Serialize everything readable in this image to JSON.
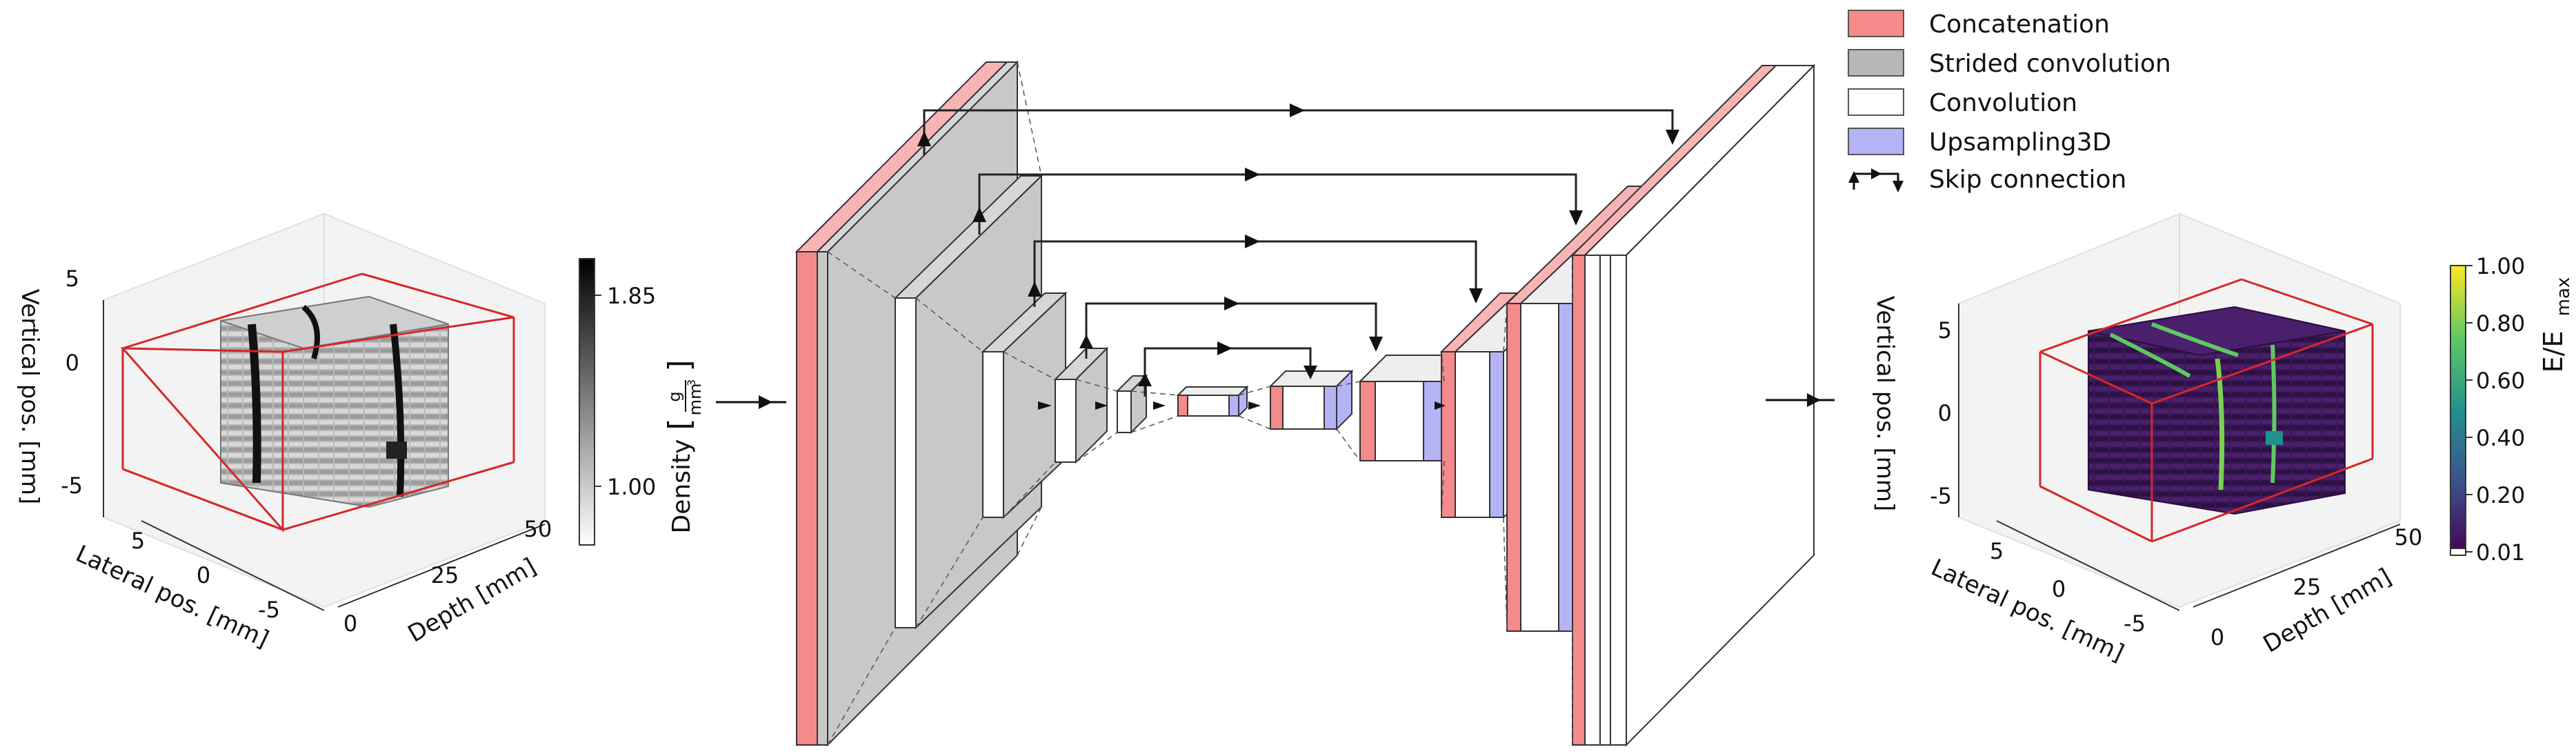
{
  "legend": {
    "items": [
      {
        "label": "Concatenation",
        "color": "#f48a8a"
      },
      {
        "label": "Strided convolution",
        "color": "#b7b7b7"
      },
      {
        "label": "Convolution",
        "color": "#ffffff"
      },
      {
        "label": "Upsampling3D",
        "color": "#b3b3f6"
      },
      {
        "label": "Skip connection",
        "color": "none"
      }
    ]
  },
  "left_plot": {
    "colorbar_label": "Density",
    "colorbar_unit_num": "g",
    "colorbar_unit_den": "mm",
    "colorbar_unit_den_exp": "3",
    "colorbar_ticks": [
      "1.85",
      "1.00"
    ],
    "vertical_axis_label": "Vertical pos. [mm]",
    "vertical_ticks": [
      "5",
      "0",
      "-5"
    ],
    "lateral_axis_label": "Lateral pos. [mm]",
    "lateral_ticks": [
      "5",
      "0",
      "-5"
    ],
    "depth_axis_label": "Depth [mm]",
    "depth_ticks": [
      "0",
      "25",
      "50"
    ]
  },
  "right_plot": {
    "colorbar_label_main": "E/E",
    "colorbar_label_sub": "max",
    "colorbar_ticks": [
      "1.00",
      "0.80",
      "0.60",
      "0.40",
      "0.20",
      "0.01"
    ],
    "vertical_axis_label": "Vertical pos. [mm]",
    "vertical_ticks": [
      "5",
      "0",
      "-5"
    ],
    "lateral_axis_label": "Lateral pos. [mm]",
    "lateral_ticks": [
      "5",
      "0",
      "-5"
    ],
    "depth_axis_label": "Depth [mm]",
    "depth_ticks": [
      "0",
      "25",
      "50"
    ]
  },
  "colors": {
    "concat": "#f48a8a",
    "concat_light": "#f8b4b4",
    "strided": "#c8c8c8",
    "upsample": "#b3b3f6",
    "box_red": "#d62728",
    "viridis_dark": "#3b1858"
  }
}
